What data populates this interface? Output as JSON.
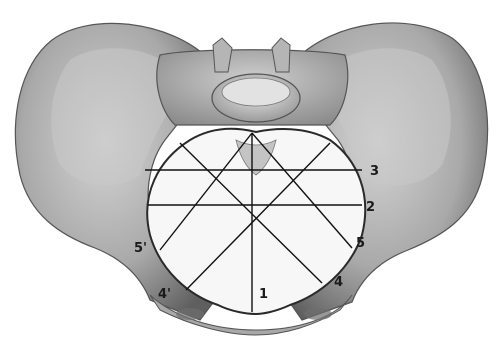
{
  "labels": {
    "l1": "1",
    "l2": "2",
    "l3": "3",
    "l4": "4",
    "l4p": "4'",
    "l5": "5",
    "l5p": "5'"
  },
  "colors": {
    "bone": "#bdbdbd",
    "bone_dark": "#6e6e6e",
    "bone_light": "#dcdcdc",
    "cavity": "#f7f7f7",
    "line": "#111111",
    "paper": "#ffffff"
  }
}
